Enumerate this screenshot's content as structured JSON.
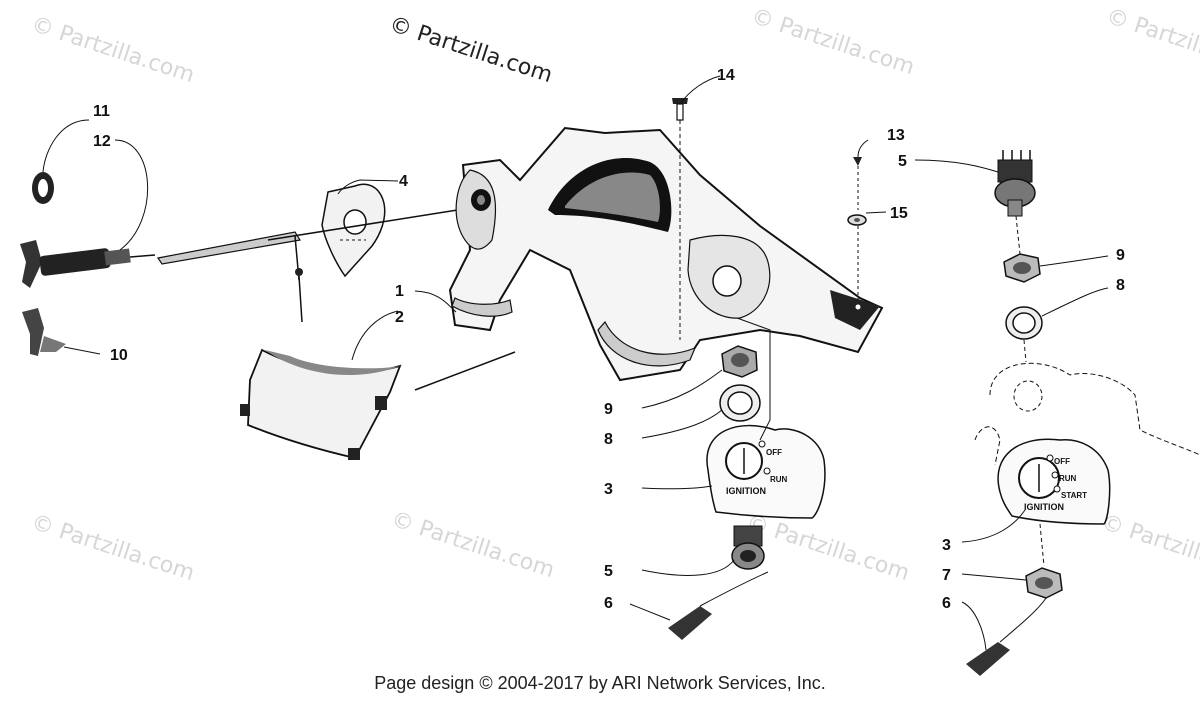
{
  "watermark": "© Partzilla.com",
  "main_watermark": "© Partzilla.com",
  "footer": "Page design © 2004-2017 by ARI Network Services, Inc.",
  "switch_plate_left": {
    "title": "IGNITION",
    "off": "OFF",
    "run": "RUN"
  },
  "switch_plate_right": {
    "title": "IGNITION",
    "off": "OFF",
    "run": "RUN",
    "start": "START"
  },
  "callouts": [
    {
      "id": "c11",
      "label": "11"
    },
    {
      "id": "c12",
      "label": "12"
    },
    {
      "id": "c4",
      "label": "4"
    },
    {
      "id": "c1",
      "label": "1"
    },
    {
      "id": "c2",
      "label": "2"
    },
    {
      "id": "c10",
      "label": "10"
    },
    {
      "id": "c14",
      "label": "14"
    },
    {
      "id": "c13",
      "label": "13"
    },
    {
      "id": "c5a",
      "label": "5"
    },
    {
      "id": "c15",
      "label": "15"
    },
    {
      "id": "c9a",
      "label": "9"
    },
    {
      "id": "c8a",
      "label": "8"
    },
    {
      "id": "c3a",
      "label": "3"
    },
    {
      "id": "c5b",
      "label": "5"
    },
    {
      "id": "c6a",
      "label": "6"
    },
    {
      "id": "c9b",
      "label": "9"
    },
    {
      "id": "c8b",
      "label": "8"
    },
    {
      "id": "c3b",
      "label": "3"
    },
    {
      "id": "c7",
      "label": "7"
    },
    {
      "id": "c6b",
      "label": "6"
    }
  ]
}
